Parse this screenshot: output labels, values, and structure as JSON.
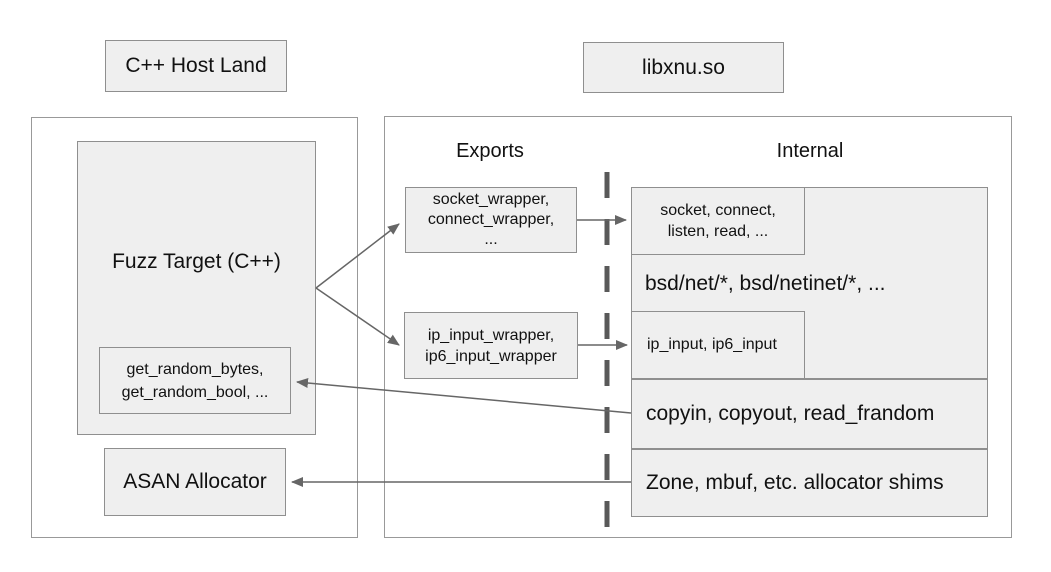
{
  "labels": {
    "host_land": "C++ Host Land",
    "libxnu": "libxnu.so",
    "exports_header": "Exports",
    "internal_header": "Internal"
  },
  "host_side": {
    "fuzz_target": "Fuzz Target (C++)",
    "get_random_lines": [
      "get_random_bytes,",
      "get_random_bool, ..."
    ],
    "asan_allocator": "ASAN Allocator"
  },
  "libxnu_side": {
    "exports": {
      "socket_wrapper_lines": [
        "socket_wrapper,",
        "connect_wrapper,",
        "..."
      ],
      "ip_wrapper_lines": [
        "ip_input_wrapper,",
        "ip6_input_wrapper"
      ]
    },
    "internal": {
      "socket_internal_lines": [
        "socket, connect,",
        "listen, read, ..."
      ],
      "bsd_net": "bsd/net/*, bsd/netinet/*, ...",
      "ip_internal": "ip_input, ip6_input",
      "copyin": "copyin, copyout, read_frandom",
      "zone": "Zone, mbuf, etc. allocator shims"
    }
  },
  "colors": {
    "box_fill": "#efefef",
    "box_border": "#8f8f8f",
    "container_border": "#999999",
    "arrow": "#666666",
    "dashed_divider": "#595959",
    "text": "#111111"
  }
}
